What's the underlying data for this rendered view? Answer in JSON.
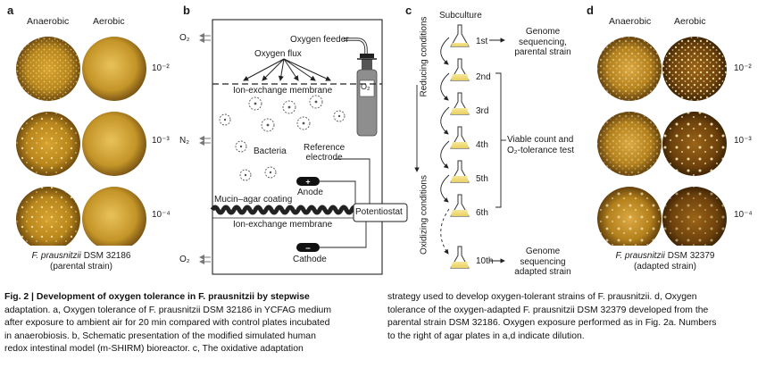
{
  "panel_a": {
    "letter": "a",
    "col_anaerobic": "Anaerobic",
    "col_aerobic": "Aerobic",
    "dilutions": [
      "10⁻²",
      "10⁻³",
      "10⁻⁴"
    ],
    "caption_species": "F. prausnitzii",
    "caption_strain": "DSM 32186",
    "caption_note": "(parental strain)"
  },
  "panel_b": {
    "letter": "b",
    "o2_top": "O₂",
    "n2": "N₂",
    "o2_bottom": "O₂",
    "oxygen_feeder": "Oxygen feeder",
    "oxygen_flux": "Oxygen flux",
    "membrane_top": "Ion-exchange membrane",
    "bacteria": "Bacteria",
    "reference_electrode_1": "Reference",
    "reference_electrode_2": "electrode",
    "anode": "Anode",
    "mucin": "Mucin–agar coating",
    "membrane_bottom": "Ion-exchange membrane",
    "potentiostat": "Potentiostat",
    "cathode": "Cathode",
    "tank_label": "O₂"
  },
  "panel_c": {
    "letter": "c",
    "subculture": "Subculture",
    "reducing": "Reducing conditions",
    "oxidizing": "Oxidizing conditions",
    "steps": [
      "1st",
      "2nd",
      "3rd",
      "4th",
      "5th",
      "6th",
      "10th"
    ],
    "genome_parental_1": "Genome",
    "genome_parental_2": "sequencing,",
    "genome_parental_3": "parental strain",
    "viable_1": "Viable count and",
    "viable_2": "O₂-tolerance test",
    "genome_adapted_1": "Genome",
    "genome_adapted_2": "sequencing",
    "genome_adapted_3": "adapted strain"
  },
  "panel_d": {
    "letter": "d",
    "col_anaerobic": "Anaerobic",
    "col_aerobic": "Aerobic",
    "dilutions": [
      "10⁻²",
      "10⁻³",
      "10⁻⁴"
    ],
    "caption_species": "F. prausnitzii",
    "caption_strain": "DSM 32379",
    "caption_note": "(adapted strain)"
  },
  "caption": {
    "left_lines": [
      "Fig. 2 | Development of oxygen tolerance in F. prausnitzii by stepwise",
      "adaptation. a, Oxygen tolerance of F. prausnitzii DSM 32186 in YCFAG medium",
      "after exposure to ambient air for 20 min compared with control plates incubated",
      "in anaerobiosis. b, Schematic presentation of the modified simulated human",
      "redox intestinal model (m-SHIRM) bioreactor. c, The oxidative adaptation"
    ],
    "right_lines": [
      "strategy used to develop oxygen-tolerant strains of F. prausnitzii. d, Oxygen",
      "tolerance of the oxygen-adapted F. prausnitzii DSM 32379 developed from the",
      "parental strain DSM 32186. Oxygen exposure performed as in Fig. 2a. Numbers",
      "to the right of agar plates in a,d indicate dilution."
    ]
  }
}
